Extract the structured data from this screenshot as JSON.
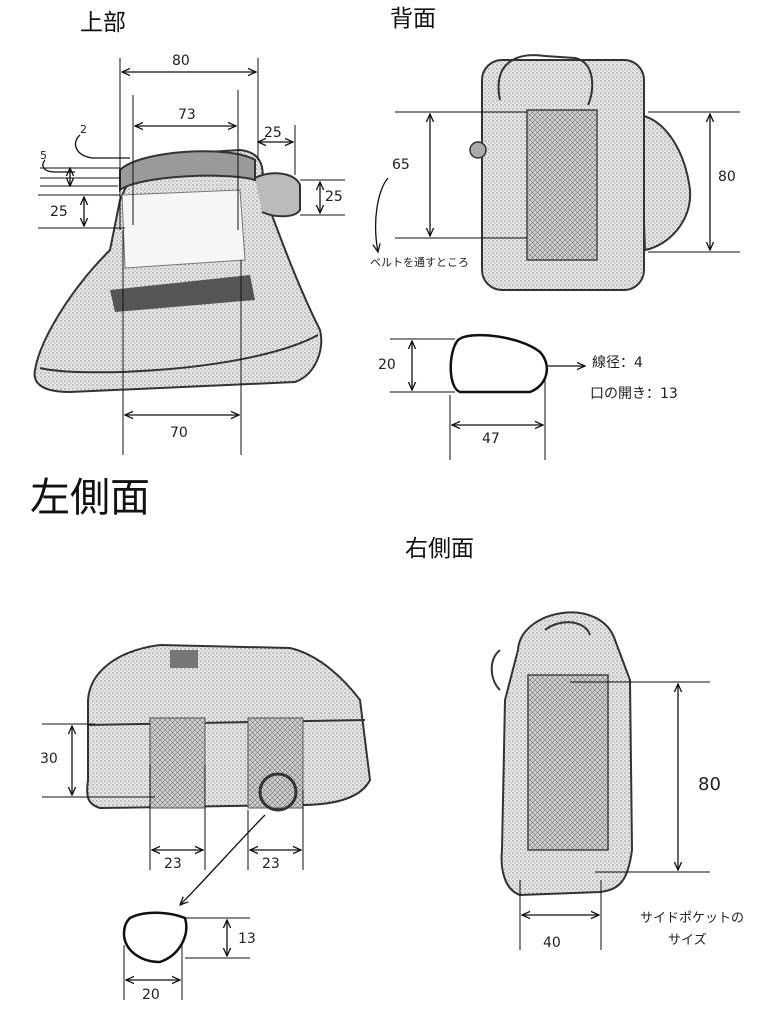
{
  "titles": {
    "top": "上部",
    "back": "背面",
    "left_side": "左側面",
    "right_side": "右側面"
  },
  "top_view": {
    "width_outer": "80",
    "width_inner": "73",
    "width_bottom": "70",
    "handle_width": "25",
    "handle_height": "25",
    "zipper_drop": "25",
    "small_2": "2",
    "small_5": "5"
  },
  "back_view": {
    "belt_height": "65",
    "total_height": "80",
    "belt_note": "ベルトを通すところ"
  },
  "ring_top": {
    "height": "20",
    "width": "47",
    "wire_note": "線径：4",
    "opening_note": "口の開き：13"
  },
  "left_view": {
    "height": "30",
    "strap_left": "23",
    "strap_right": "23"
  },
  "ring_bottom": {
    "height": "13",
    "width": "20"
  },
  "right_view": {
    "pocket_height": "80",
    "pocket_width": "40",
    "pocket_note_line1": "サイドポケットの",
    "pocket_note_line2": "サイズ"
  }
}
